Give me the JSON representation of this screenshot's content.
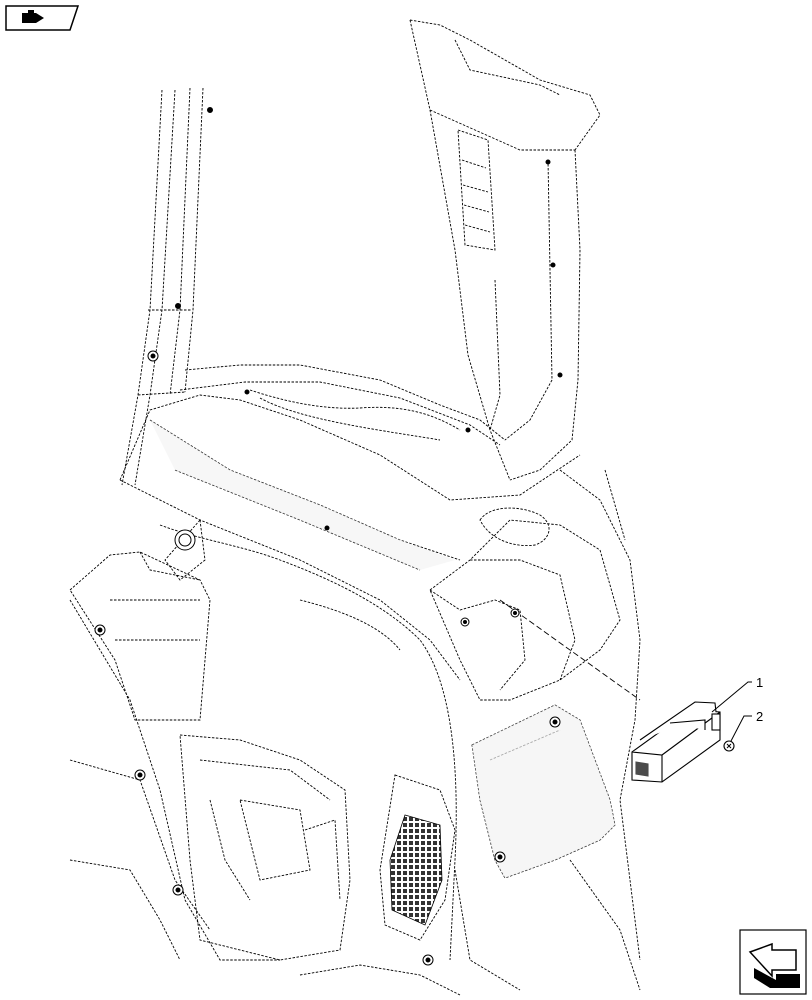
{
  "diagram": {
    "background": "#ffffff",
    "line_color": "#000000",
    "fill_shade": "#f2f2f2",
    "nav_icons": {
      "top_left": "previous-page-arrow-icon",
      "bottom_right": "next-page-arrow-icon"
    },
    "callouts": [
      {
        "label": "1",
        "part": "module-box"
      },
      {
        "label": "2",
        "part": "screw"
      }
    ]
  }
}
